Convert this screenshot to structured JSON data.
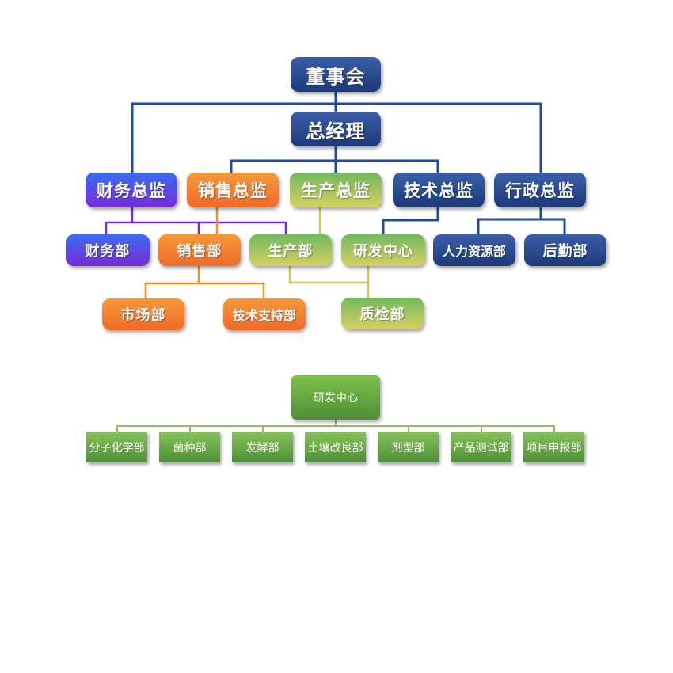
{
  "chart1": {
    "board": "董事会",
    "gm": "总经理",
    "directors": {
      "finance": "财务总监",
      "sales": "销售总监",
      "production": "生产总监",
      "tech": "技术总监",
      "admin": "行政总监"
    },
    "departments": {
      "finance": "财务部",
      "sales": "销售部",
      "production": "生产部",
      "rnd": "研发中心",
      "hr": "人力资源部",
      "logistics": "后勤部"
    },
    "subdepartments": {
      "market": "市场部",
      "tech_support": "技术支持部",
      "qc": "质检部"
    }
  },
  "chart2": {
    "root": "研发中心",
    "children": [
      "分子化学部",
      "菌种部",
      "发酵部",
      "土壤改良部",
      "剂型部",
      "产品测试部",
      "项目申报部"
    ]
  },
  "colors": {
    "navy": "#1d3a78",
    "navy_line": "#1f4aa0",
    "purple": "#7a2ad8",
    "orange": "#f0822a",
    "olive": "#d6d060",
    "green": "#5a9a3c"
  }
}
